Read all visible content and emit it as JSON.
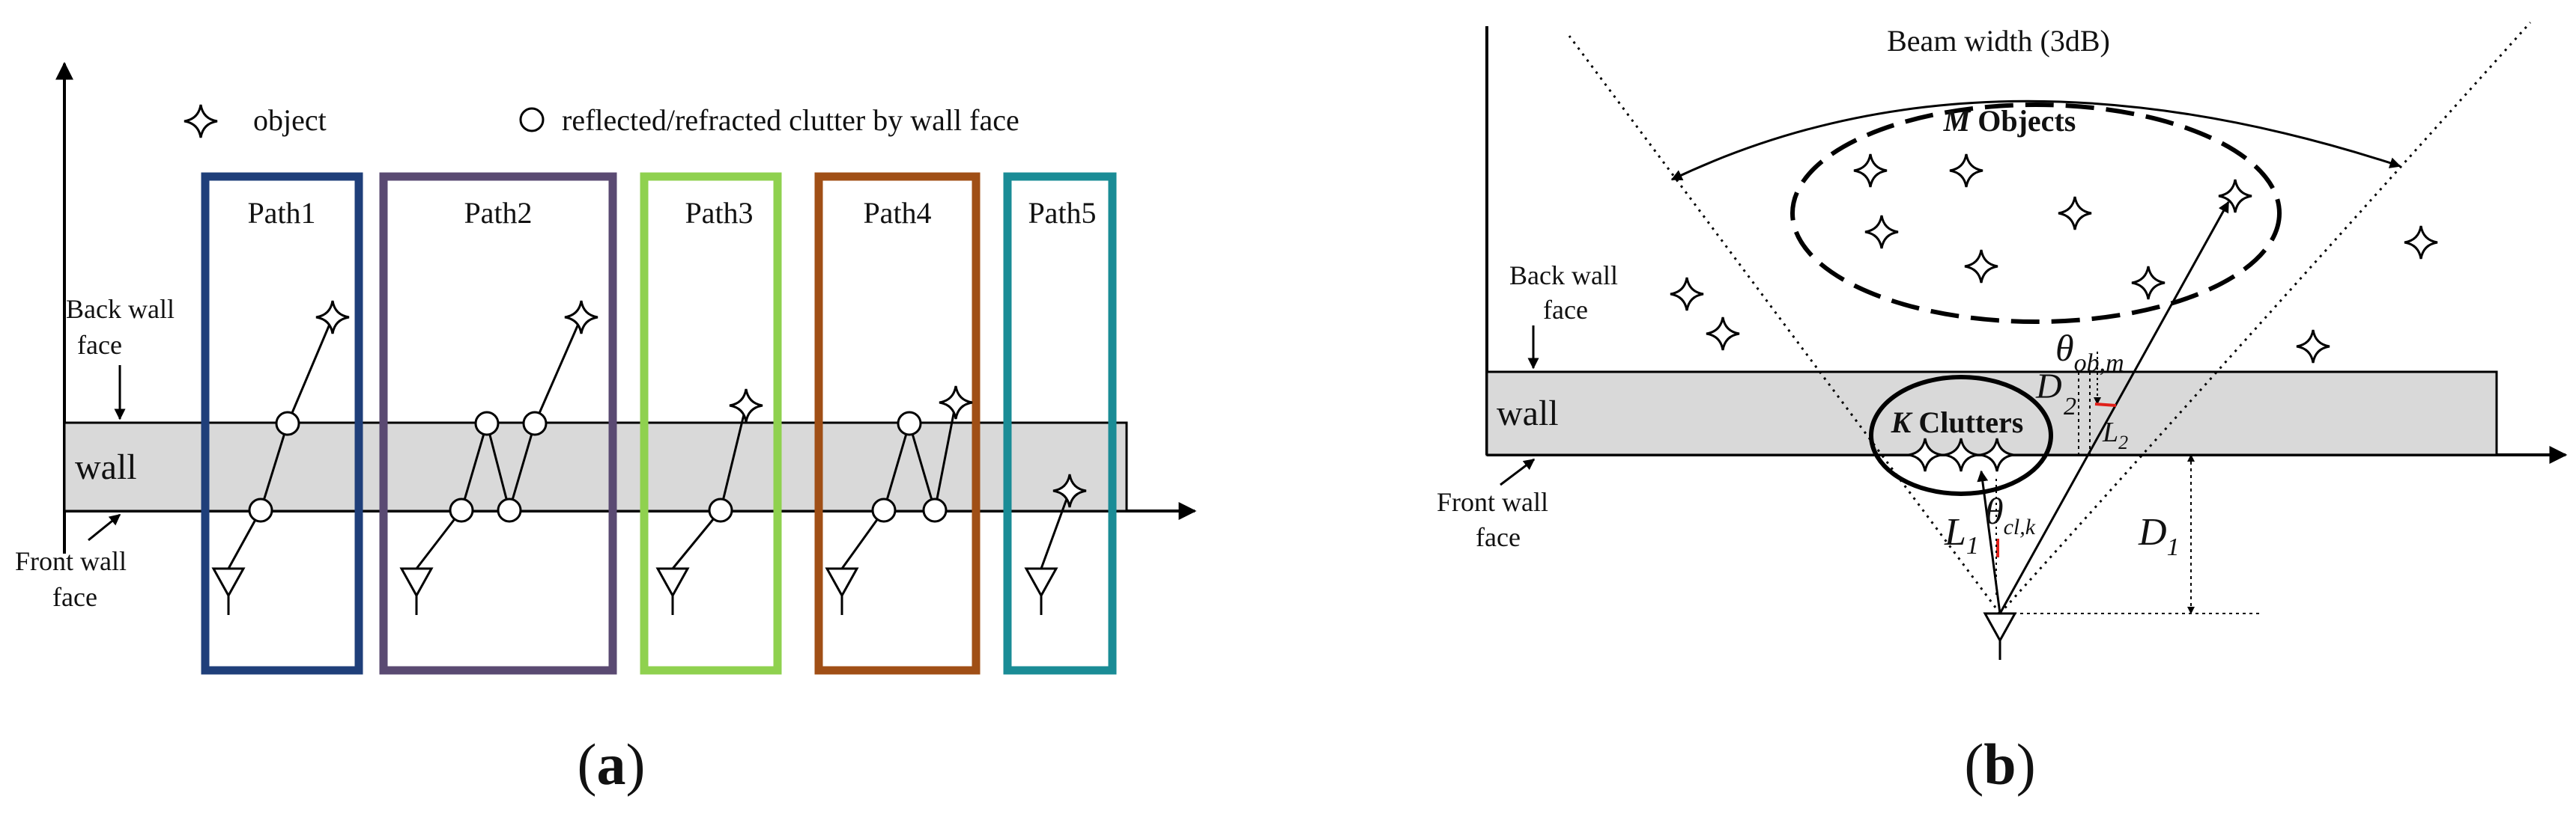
{
  "panel_a": {
    "legend_object": "object",
    "legend_clutter": "reflected/refracted clutter by wall face",
    "back_wall_line1": "Back wall",
    "back_wall_line2": "face",
    "front_wall_line1": "Front wall",
    "front_wall_line2": "face",
    "wall_label": "wall",
    "paths": [
      {
        "label": "Path1",
        "color": "#1f3f7a"
      },
      {
        "label": "Path2",
        "color": "#5a4a72"
      },
      {
        "label": "Path3",
        "color": "#8fd14f"
      },
      {
        "label": "Path4",
        "color": "#a04f16"
      },
      {
        "label": "Path5",
        "color": "#1a8c96"
      }
    ],
    "caption_letter": "a"
  },
  "panel_b": {
    "beam_width": "Beam width (3dB)",
    "objects_var": "M",
    "objects_text": " Objects",
    "back_wall_line1": "Back wall",
    "back_wall_line2": "face",
    "front_wall_line1": "Front wall",
    "front_wall_line2": "face",
    "wall_label": "wall",
    "clutters_var": "K",
    "clutters_text": " Clutters",
    "theta_ob": "θ",
    "theta_ob_sub": "ob,m",
    "theta_cl": "θ",
    "theta_cl_sub": "cl,k",
    "d2": "D",
    "d2_sub": "2",
    "d1": "D",
    "d1_sub": "1",
    "l1": "L",
    "l1_sub": "1",
    "l2": "L",
    "l2_sub": "2",
    "caption_letter": "b"
  }
}
